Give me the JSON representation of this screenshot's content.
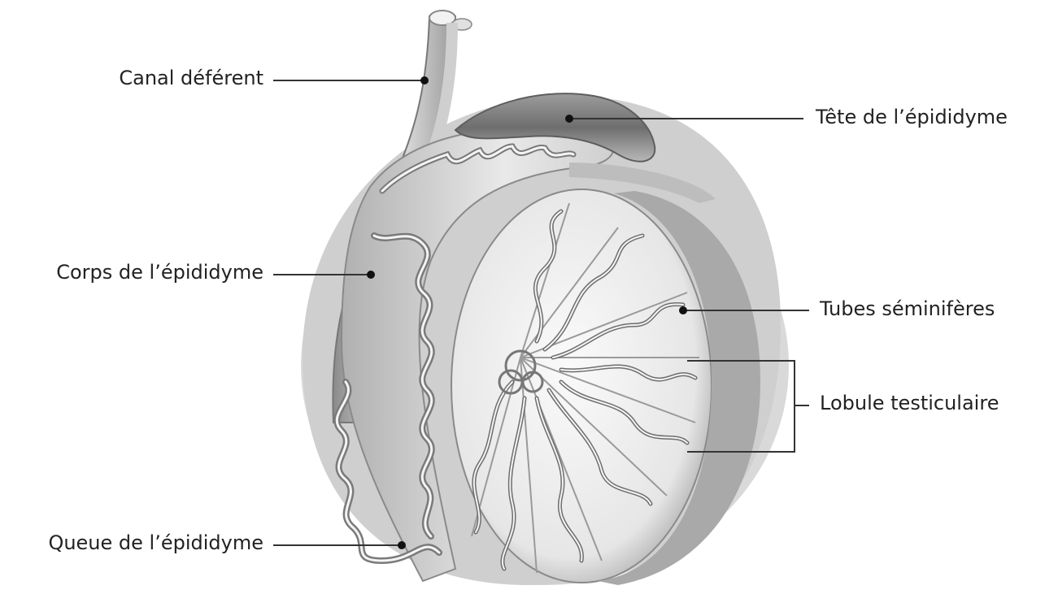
{
  "diagram": {
    "labels": {
      "canal_deferent": "Canal déférent",
      "corps_epididyme": "Corps de l’épididyme",
      "queue_epididyme": "Queue de l’épididyme",
      "tete_epididyme": "Tête de l’épididyme",
      "tubes_seminiferes": "Tubes séminifères",
      "lobule_testiculaire": "Lobule testiculaire"
    },
    "colors": {
      "text": "#222222",
      "leader_line": "#333333",
      "tissue_light": "#f2f2f2",
      "tissue_mid": "#c8c8c8",
      "tissue_dark": "#7a7a7a"
    }
  }
}
